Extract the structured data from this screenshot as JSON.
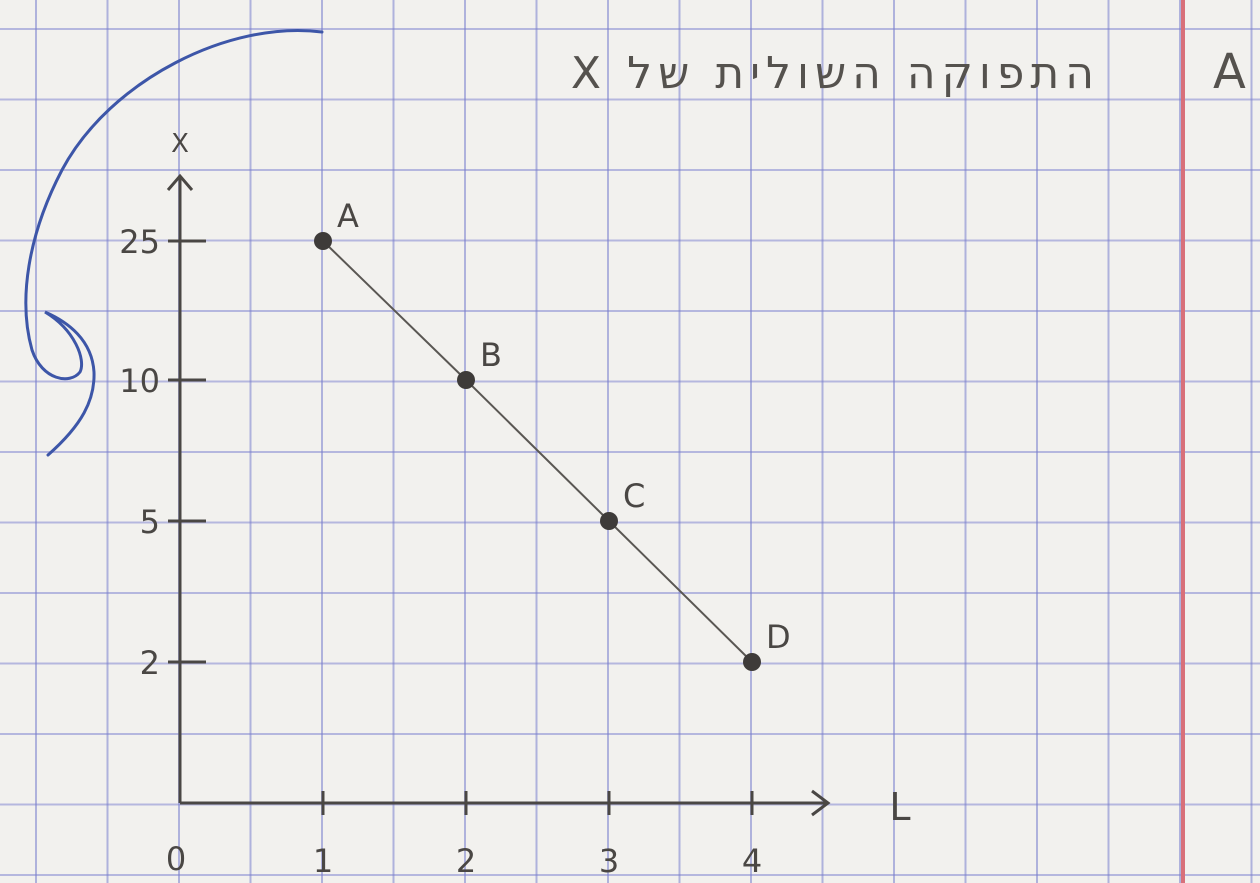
{
  "section_label": "A",
  "colors": {
    "paper": "#f2f1ee",
    "grid": "#7a80d0",
    "margin_line": "#d8707a",
    "pencil": "#4a4744",
    "pen_annotation": "#3d56a8"
  },
  "chart_data": {
    "type": "line",
    "title": "התפוקה השולית של X",
    "xlabel": "L",
    "ylabel": "X",
    "origin_label": "0",
    "x_ticks": [
      1,
      2,
      3,
      4
    ],
    "y_ticks": [
      2,
      5,
      10,
      25
    ],
    "y_tick_labels": [
      "2",
      "5",
      "10",
      "25"
    ],
    "x": [
      1,
      2,
      3,
      4
    ],
    "y": [
      25,
      10,
      5,
      2
    ],
    "point_labels": [
      "A",
      "B",
      "C",
      "D"
    ],
    "grid": true,
    "legend": "none"
  }
}
